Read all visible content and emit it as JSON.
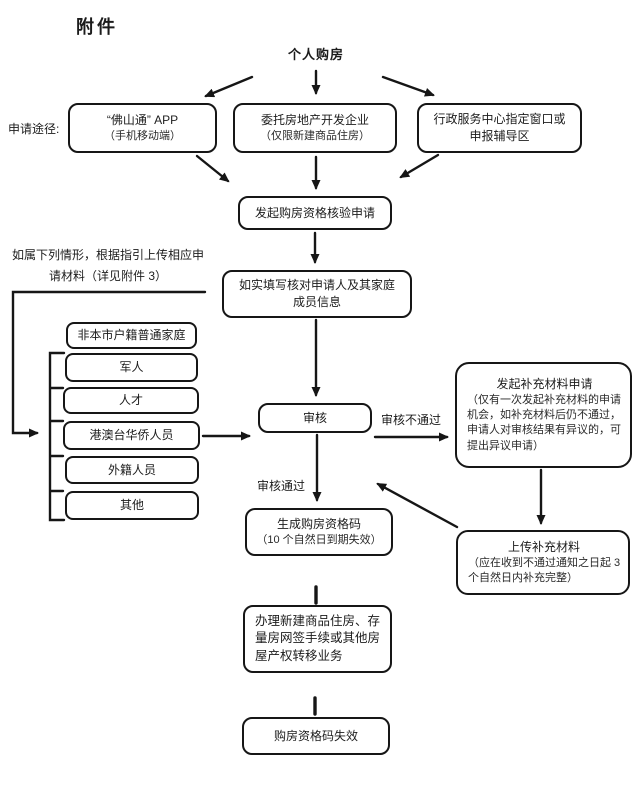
{
  "page": {
    "title": "附件"
  },
  "colors": {
    "stroke": "#161616",
    "background": "#ffffff",
    "text": "#1c1c1c"
  },
  "labels": {
    "start": "个人购房",
    "apply_channel": "申请途径:",
    "annotation_line1": "如属下列情形，根据指引上传相应申",
    "annotation_line2": "请材料（详见附件 3）",
    "audit_fail": "审核不通过",
    "audit_pass": "审核通过"
  },
  "nodes": {
    "app": {
      "lines": [
        "“佛山通” APP",
        "（手机移动端）"
      ]
    },
    "developer": {
      "lines": [
        "委托房地产开发企业",
        "（仅限新建商品住房）"
      ]
    },
    "service_center": {
      "lines": [
        "行政服务中心指定窗口或",
        "申报辅导区"
      ]
    },
    "initiate": {
      "lines": [
        "发起购房资格核验申请"
      ]
    },
    "fill_info": {
      "lines": [
        "如实填写核对申请人及其家庭",
        "成员信息"
      ]
    },
    "audit": {
      "lines": [
        "审核"
      ]
    },
    "categories": [
      "非本市户籍普通家庭",
      "军人",
      "人才",
      "港澳台华侨人员",
      "外籍人员",
      "其他"
    ],
    "supplement_request": {
      "title": "发起补充材料申请",
      "notes": [
        "（仅有一次发起补充材料的申请",
        "机会，如补充材料后仍不通过，",
        "申请人对审核结果有异议的，可",
        "提出异议申请）"
      ]
    },
    "upload_supplement": {
      "title": "上传补充材料",
      "notes": [
        "（应在收到不通过通知之日起 3",
        "个自然日内补充完整）"
      ]
    },
    "generate_code": {
      "lines": [
        "生成购房资格码",
        "（10 个自然日到期失效）"
      ]
    },
    "handle_transfer": {
      "lines": [
        "办理新建商品住房、存",
        "量房网签手续或其他房",
        "屋产权转移业务"
      ]
    },
    "code_invalid": {
      "lines": [
        "购房资格码失效"
      ]
    }
  }
}
